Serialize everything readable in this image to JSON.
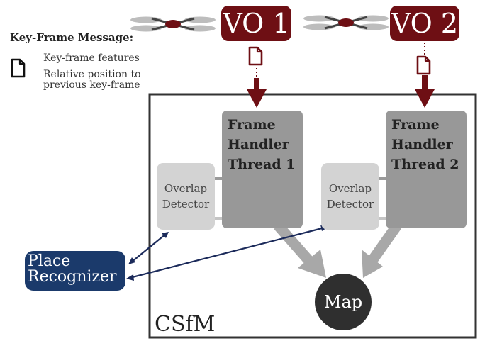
{
  "legend": {
    "title": "Key-Frame Message:",
    "features": "Key-frame features",
    "relative_line1": "Relative position to",
    "relative_line2": "previous key-frame"
  },
  "vo1": {
    "label": "VO 1"
  },
  "vo2": {
    "label": "VO 2"
  },
  "frame_handler_1": {
    "line1": "Frame",
    "line2": "Handler",
    "line3": "Thread 1"
  },
  "frame_handler_2": {
    "line1": "Frame",
    "line2": "Handler",
    "line3": "Thread 2"
  },
  "overlap_detector": {
    "line1": "Overlap",
    "line2": "Detector"
  },
  "place_recognizer": {
    "line1": "Place",
    "line2": "Recognizer"
  },
  "map": {
    "label": "Map"
  },
  "system": {
    "label": "CSfM"
  },
  "icons": [
    "document-icon",
    "drone-icon"
  ],
  "colors": {
    "vo": "#6e0f14",
    "place_recognizer": "#1b3a6b",
    "map": "#2f2f2f",
    "frame_handler": "#989898",
    "overlap_detector": "#d3d3d3"
  }
}
